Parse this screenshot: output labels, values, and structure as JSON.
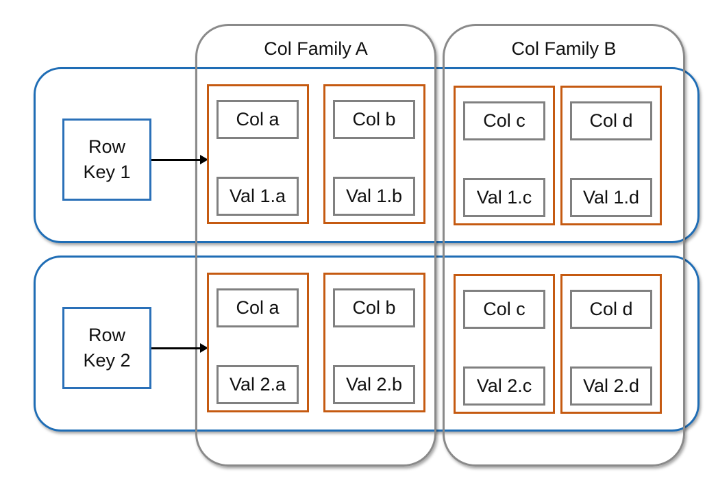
{
  "families": [
    {
      "title": "Col Family A"
    },
    {
      "title": "Col Family B"
    }
  ],
  "rows": [
    {
      "key_line1": "Row",
      "key_line2": "Key 1",
      "cells": [
        {
          "col": "Col a",
          "val": "Val 1.a"
        },
        {
          "col": "Col b",
          "val": "Val 1.b"
        },
        {
          "col": "Col c",
          "val": "Val 1.c"
        },
        {
          "col": "Col d",
          "val": "Val 1.d"
        }
      ]
    },
    {
      "key_line1": "Row",
      "key_line2": "Key 2",
      "cells": [
        {
          "col": "Col a",
          "val": "Val 2.a"
        },
        {
          "col": "Col b",
          "val": "Val 2.b"
        },
        {
          "col": "Col c",
          "val": "Val 2.c"
        },
        {
          "col": "Col d",
          "val": "Val 2.d"
        }
      ]
    }
  ],
  "colors": {
    "row_border": "#1f6db5",
    "family_border": "#8a8a8a",
    "cell_border": "#c55a11",
    "inner_border": "#808080"
  }
}
